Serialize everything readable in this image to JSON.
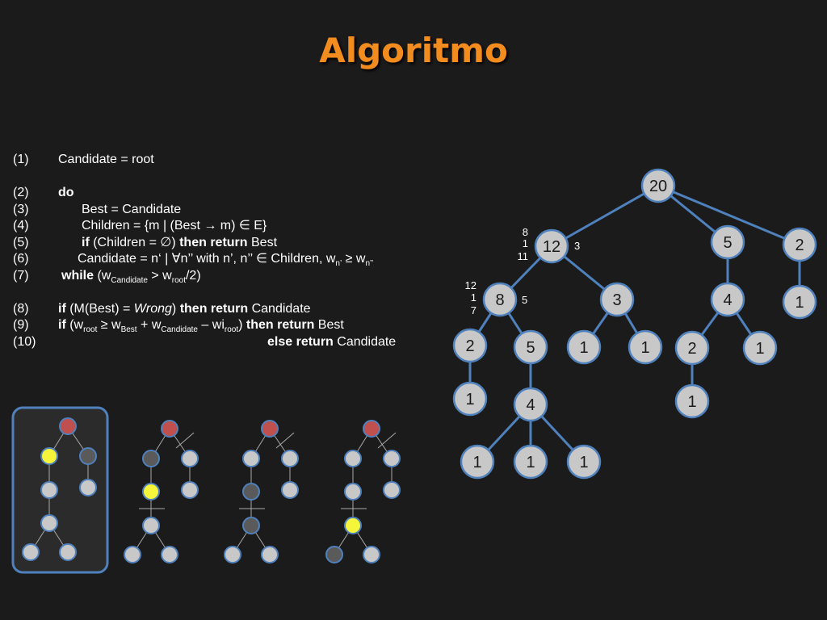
{
  "title": "Algoritmo",
  "code": {
    "n1": "(1)",
    "l1": "Candidate = root",
    "n2": "(2)",
    "l2": "do",
    "n3": "(3)",
    "l3": "Best = Candidate",
    "n4": "(4)",
    "l4": "Children = {m | (Best → m) ∈ E}",
    "n5": "(5)",
    "l5_if": "if",
    "l5_cond": " (Children = ∅) ",
    "l5_then": "then return",
    "l5_tail": " Best",
    "n6": "(6)",
    "l6_a": "Candidate = n‘ | ∀n’’ with n’, n’’ ∈ Children, w",
    "l6_sub1": "n’",
    "l6_b": " ≥ w",
    "l6_sub2": "n’’",
    "n7": "(7)",
    "l7_while": "while",
    "l7_a": " (w",
    "l7_sub1": "Candidate",
    "l7_b": " > w",
    "l7_sub2": "root",
    "l7_c": "/2)",
    "n8": "(8)",
    "l8_if": "if",
    "l8_a": " (M(Best) = ",
    "l8_wrong": "Wrong",
    "l8_b": ") ",
    "l8_then": "then return",
    "l8_tail": " Candidate",
    "n9": "(9)",
    "l9_if": "if",
    "l9_a": " (w",
    "l9_sub1": "root",
    "l9_b": " ≥ w",
    "l9_sub2": "Best",
    "l9_c": " + w",
    "l9_sub3": "Candidate",
    "l9_d": " – wi",
    "l9_sub4": "root",
    "l9_e": ") ",
    "l9_then": "then return",
    "l9_tail": " Best",
    "n10": "(10)",
    "l10_else": "else return",
    "l10_tail": " Candidate"
  },
  "colors": {
    "title": "#f28c1e",
    "edge": "#4f81bd",
    "node_fill": "#c8c8c8",
    "red": "#c0504d",
    "yellow": "#f5f53b",
    "dark": "#5a5a5a"
  },
  "tree_labels": {
    "root": "20",
    "a": "12",
    "b": "5",
    "c": "2",
    "a1": "8",
    "a2": "3",
    "b1": "4",
    "c1": "1",
    "a11": "2",
    "a12": "5",
    "a21": "1",
    "a22": "1",
    "b11": "2",
    "b12": "1",
    "a111": "1",
    "a121": "4",
    "b111": "1",
    "a1211": "1",
    "a1212": "1",
    "a1213": "1",
    "side_12_top": "8",
    "side_12_mid": "1",
    "side_12_bot": "11",
    "side_12_right": "3",
    "side_8_top": "12",
    "side_8_mid": "1",
    "side_8_bot": "7",
    "side_8_right": "5"
  }
}
